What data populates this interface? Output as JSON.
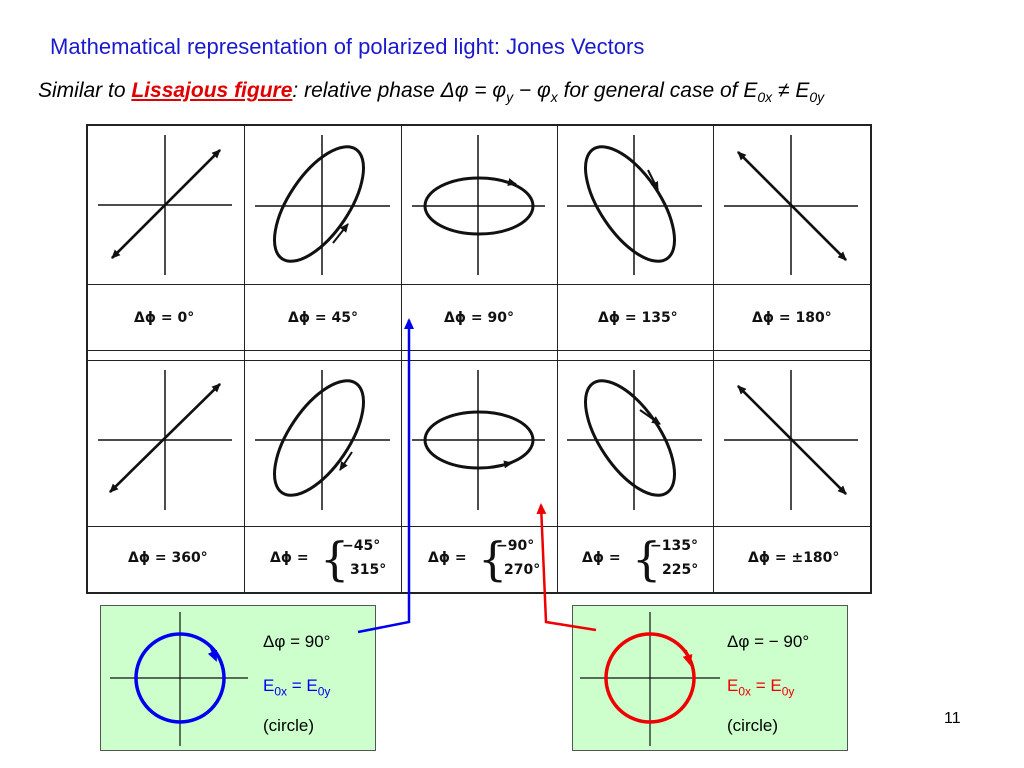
{
  "title": "Mathematical representation of polarized light: Jones Vectors",
  "subtitle": {
    "prefix": "Similar to ",
    "highlight": "Lissajous figure",
    "colon": ": relative phase ",
    "delta_phi": "Δφ = φ",
    "sub_y": "y",
    "minus": " − φ",
    "sub_x": "x",
    "general": " for general case of E",
    "sub_0x": "0x",
    "neq": " ≠ E",
    "sub_0y": "0y"
  },
  "top_row_labels": [
    "Δϕ = 0°",
    "Δϕ = 45°",
    "Δϕ = 90°",
    "Δϕ = 135°",
    "Δϕ = 180°"
  ],
  "bottom_row": {
    "label_first": "Δϕ = 360°",
    "label_prefix": "Δϕ =",
    "braces": [
      [
        "−45°",
        "315°"
      ],
      [
        "−90°",
        "270°"
      ],
      [
        "−135°",
        "225°"
      ]
    ],
    "label_last": "Δϕ = ±180°"
  },
  "left_box": {
    "line1": "Δφ = 90°",
    "e_main": "E",
    "e_sub1": "0x",
    "e_eq": " = E",
    "e_sub2": "0y",
    "line3": "(circle)",
    "color": "#0000ee"
  },
  "right_box": {
    "line1": "Δφ = − 90°",
    "e_main": "E",
    "e_sub1": "0x",
    "e_eq": " = E",
    "e_sub2": "0y",
    "line3": "(circle)",
    "color": "#ee0000"
  },
  "page_number": "11",
  "colors": {
    "title": "#1a1acc",
    "highlight": "#e00000",
    "box_bg": "#ccffcc"
  }
}
